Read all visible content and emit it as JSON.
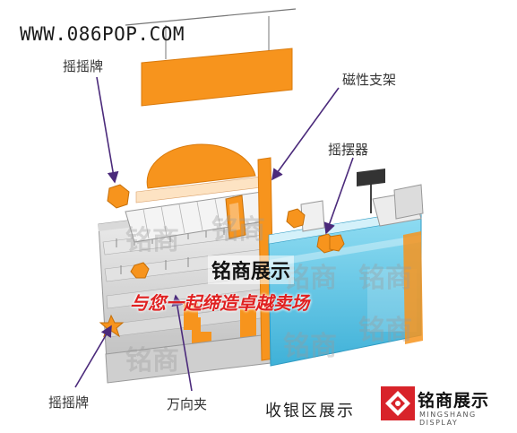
{
  "header": {
    "url_text": "WWW.086POP.COM"
  },
  "callouts": {
    "top_left": "摇摇牌",
    "top_right": "磁性支架",
    "right_middle": "摇摆器",
    "bottom_left": "摇摇牌",
    "bottom_center": "万向夹"
  },
  "center_title": "铭商展示",
  "slogan": "与您一起缔造卓越卖场",
  "bottom_caption": "收银区展示",
  "logo": {
    "name": "铭商展示",
    "subtitle": "MINGSHANG DISPLAY"
  },
  "colors": {
    "accent_orange": "#f7941d",
    "arrow_purple": "#4b2a7b",
    "slogan_red": "#e02020",
    "counter_blue": "#5ec8e6",
    "logo_red": "#d8232a"
  }
}
